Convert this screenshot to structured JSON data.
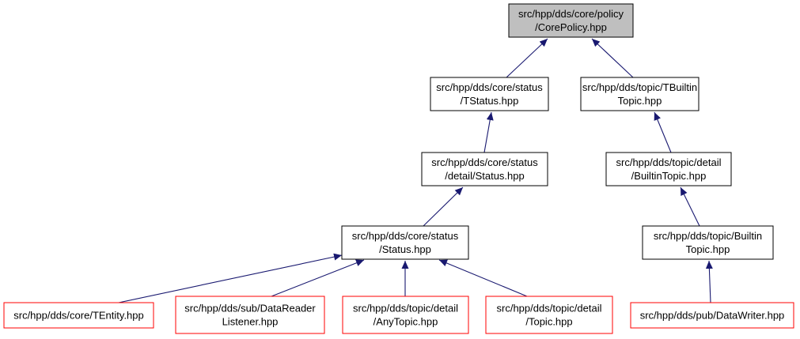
{
  "diagram": {
    "type": "include-dependency-graph",
    "colors": {
      "node_fill_root": "#bfbfbf",
      "node_fill": "#ffffff",
      "node_border": "#000000",
      "node_border_truncated": "#ff0000",
      "edge": "#191970"
    },
    "nodes": [
      {
        "id": "core_policy",
        "lines": [
          "src/hpp/dds/core/policy",
          "/CorePolicy.hpp"
        ],
        "root": true
      },
      {
        "id": "tstatus",
        "lines": [
          "src/hpp/dds/core/status",
          "/TStatus.hpp"
        ]
      },
      {
        "id": "tbuiltin",
        "lines": [
          "src/hpp/dds/topic/TBuiltin",
          "Topic.hpp"
        ]
      },
      {
        "id": "detail_status",
        "lines": [
          "src/hpp/dds/core/status",
          "/detail/Status.hpp"
        ]
      },
      {
        "id": "detail_builtin",
        "lines": [
          "src/hpp/dds/topic/detail",
          "/BuiltinTopic.hpp"
        ]
      },
      {
        "id": "status",
        "lines": [
          "src/hpp/dds/core/status",
          "/Status.hpp"
        ]
      },
      {
        "id": "builtin",
        "lines": [
          "src/hpp/dds/topic/Builtin",
          "Topic.hpp"
        ]
      },
      {
        "id": "tentity",
        "lines": [
          "src/hpp/dds/core/TEntity.hpp"
        ],
        "truncated": true
      },
      {
        "id": "datareader",
        "lines": [
          "src/hpp/dds/sub/DataReader",
          "Listener.hpp"
        ],
        "truncated": true
      },
      {
        "id": "anytopic",
        "lines": [
          "src/hpp/dds/topic/detail",
          "/AnyTopic.hpp"
        ],
        "truncated": true
      },
      {
        "id": "topic",
        "lines": [
          "src/hpp/dds/topic/detail",
          "/Topic.hpp"
        ],
        "truncated": true
      },
      {
        "id": "datawriter",
        "lines": [
          "src/hpp/dds/pub/DataWriter.hpp"
        ],
        "truncated": true
      }
    ],
    "edges": [
      {
        "from": "tstatus",
        "to": "core_policy"
      },
      {
        "from": "tbuiltin",
        "to": "core_policy"
      },
      {
        "from": "detail_status",
        "to": "tstatus"
      },
      {
        "from": "detail_builtin",
        "to": "tbuiltin"
      },
      {
        "from": "status",
        "to": "detail_status"
      },
      {
        "from": "builtin",
        "to": "detail_builtin"
      },
      {
        "from": "tentity",
        "to": "status"
      },
      {
        "from": "datareader",
        "to": "status"
      },
      {
        "from": "anytopic",
        "to": "status"
      },
      {
        "from": "topic",
        "to": "status"
      },
      {
        "from": "datawriter",
        "to": "builtin"
      }
    ]
  }
}
